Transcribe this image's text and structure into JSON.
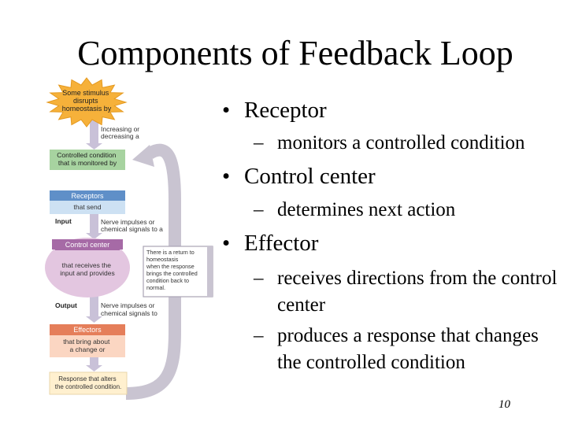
{
  "title": "Components of Feedback Loop",
  "bullets": [
    {
      "label": "Receptor",
      "subs": [
        "monitors a controlled condition"
      ]
    },
    {
      "label": "Control center",
      "subs": [
        "determines next action"
      ]
    },
    {
      "label": "Effector",
      "subs": [
        "receives directions from the control center",
        "produces a response that changes the controlled condition"
      ]
    }
  ],
  "bullet_glyph": "•",
  "dash_glyph": "–",
  "page_number": "10",
  "diagram": {
    "stimulus": [
      "Some stimulus",
      "disrupts",
      "homeostasis by"
    ],
    "increasing": [
      "Increasing or",
      "decreasing a"
    ],
    "controlled_condition": [
      "Controlled condition",
      "that is monitored by"
    ],
    "receptors_title": "Receptors",
    "receptors_sub": "that send",
    "input_label": "Input",
    "nerve_in": [
      "Nerve impulses or",
      "chemical signals to a"
    ],
    "control_center_title": "Control center",
    "control_center_body": [
      "that receives the",
      "input and provides"
    ],
    "return_box": [
      "There is a return to",
      "homeostasis",
      "when the response",
      "brings the controlled",
      "condition back to",
      "normal."
    ],
    "output_label": "Output",
    "nerve_out": [
      "Nerve impulses or",
      "chemical signals to"
    ],
    "effectors_title": "Effectors",
    "effectors_body": [
      "that bring about",
      "a change or"
    ],
    "response": [
      "Response that alters",
      "the controlled condition."
    ],
    "colors": {
      "stimulus": "#f6b13a",
      "green": "#a7d3a0",
      "receptor_blue": "#5f8fc8",
      "receptor_light": "#cde1f3",
      "control_purple": "#a66aa6",
      "control_light": "#e3c6e0",
      "effector_orange": "#e57e5a",
      "effector_light": "#fbd6c2",
      "response_cream": "#fff0cf",
      "loop_grey": "#c9c4d1",
      "down_arrow": "#c9c1d8"
    }
  }
}
